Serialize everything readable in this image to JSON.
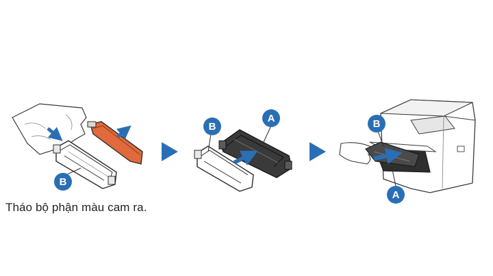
{
  "caption": "Tháo bộ phận màu cam ra.",
  "labels": {
    "step1_b": "B",
    "step2_a": "A",
    "step2_b": "B",
    "step3_a": "A",
    "step3_b": "B"
  },
  "colors": {
    "accent_blue": "#2a6fb5",
    "orange_part": "#e06a3c",
    "outline": "#2b2b2b"
  },
  "icons": [
    "step-arrow-icon",
    "direction-arrow-icon"
  ]
}
